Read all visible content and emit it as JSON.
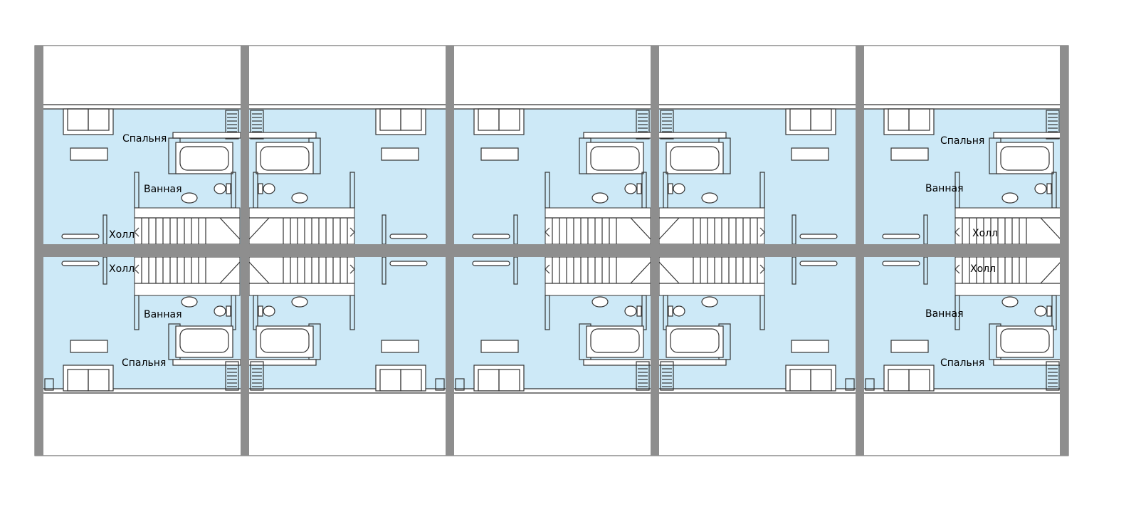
{
  "labels": {
    "bedroom": "Спальня",
    "bathroom": "Ванная",
    "hall": "Холл"
  },
  "colors": {
    "room_fill": "#cde9f7",
    "wall": "#8e8e8e",
    "line": "#333333",
    "background": "#ffffff"
  },
  "plan": {
    "columns": 5,
    "rows": 2
  }
}
